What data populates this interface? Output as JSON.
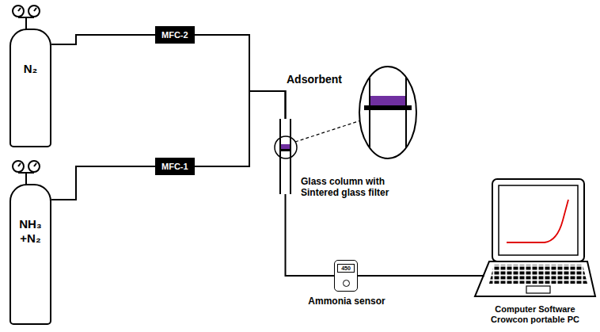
{
  "diagram": {
    "nodes": [
      {
        "text": [
          "N₂"
        ]
      },
      {
        "text": [
          "MFC-2"
        ]
      },
      {
        "text": [
          "NH₃ +N₂"
        ]
      },
      {
        "text": [
          "MFC-1"
        ]
      },
      {
        "text": [
          "Glass column with Sintered glass filter"
        ]
      },
      {
        "text": [
          "450",
          "Ammonia sensor"
        ]
      },
      {
        "text": [
          "Computer Software Crowcon portable PC"
        ]
      }
    ],
    "edges": [
      {
        "from": 0,
        "to": 1,
        "arrow": "none"
      },
      {
        "from": 2,
        "to": 3,
        "arrow": "none"
      },
      {
        "from": 1,
        "to": 4,
        "arrow": "none"
      },
      {
        "from": 3,
        "to": 4,
        "arrow": "none"
      },
      {
        "from": 4,
        "to": 5,
        "arrow": "none"
      },
      {
        "from": 5,
        "to": 6,
        "arrow": "none"
      }
    ],
    "labels": [
      "Adsorbent"
    ]
  }
}
